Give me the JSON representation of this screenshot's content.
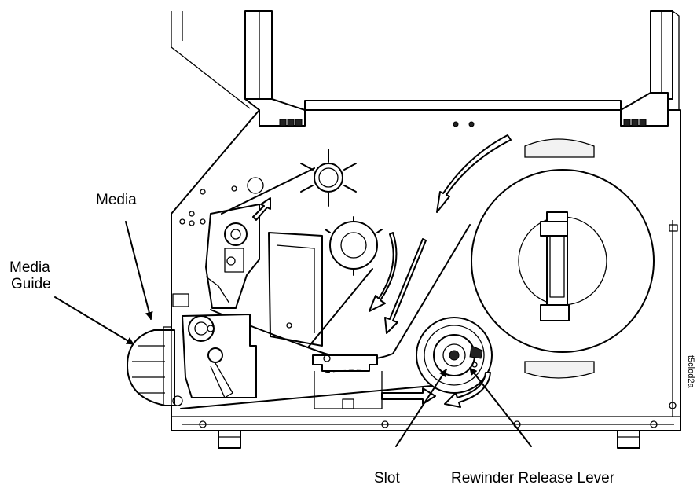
{
  "labels": {
    "media": "Media",
    "media_guide_line1": "Media",
    "media_guide_line2": "Guide",
    "slot": "Slot",
    "rewinder_release_lever": "Rewinder Release Lever"
  },
  "figure_id": "t5clod2a"
}
